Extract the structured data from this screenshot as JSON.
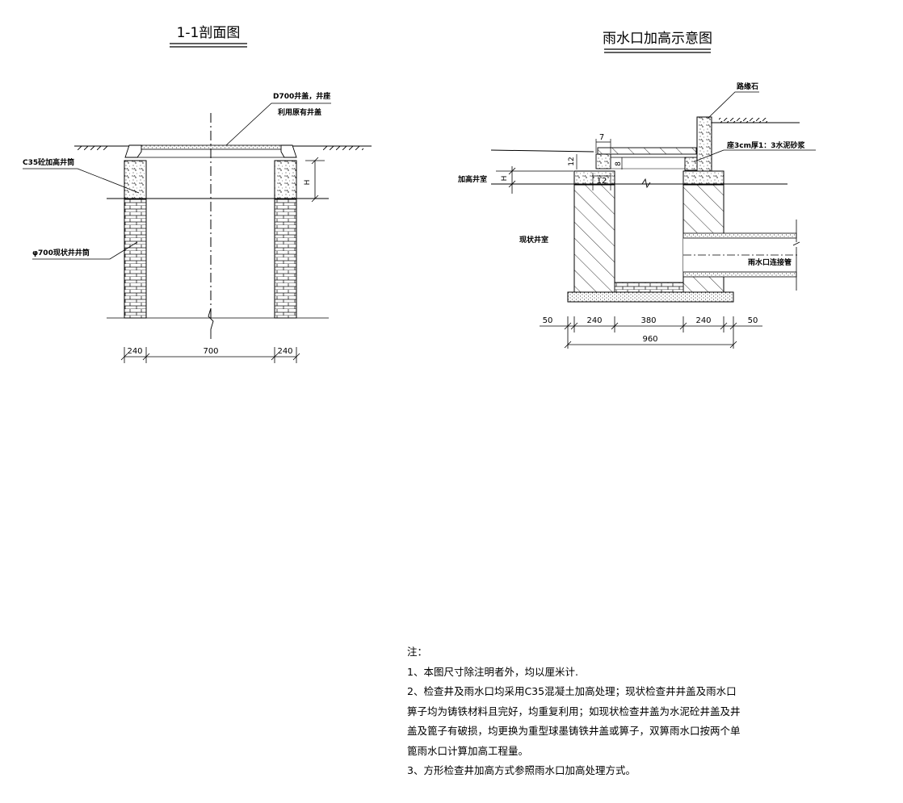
{
  "left_drawing": {
    "title": "1-1剖面图",
    "cover_label_1": "D700井盖，井座",
    "cover_label_2": "利用原有井盖",
    "raise_label": "C35砼加高井筒",
    "shaft_label": "φ700现状井井筒",
    "h_label": "H",
    "dims": [
      "240",
      "700",
      "240"
    ]
  },
  "right_drawing": {
    "title": "雨水口加高示意图",
    "curb_label": "路缘石",
    "mortar_label": "座3cm厚1：3水泥砂浆",
    "raised_label": "加高井室",
    "existing_label": "现状井室",
    "pipe_label": "雨水口连接管",
    "h_label": "H",
    "small_dims": [
      "7",
      "12",
      "8",
      "12"
    ],
    "dims_top": [
      "50",
      "240",
      "380",
      "240",
      "50"
    ],
    "dim_total": "960"
  },
  "notes": {
    "heading": "注：",
    "line1": "1、本图尺寸除注明者外，均以厘米计.",
    "line2": "2、检查井及雨水口均采用C35混凝土加高处理；现状检查井井盖及雨水口",
    "line3": "箅子均为铸铁材料且完好，均重复利用；如现状检查井盖为水泥砼井盖及井",
    "line4": "盖及篦子有破损，均更换为重型球墨铸铁井盖或箅子，双箅雨水口按两个单",
    "line5": "篦雨水口计算加高工程量。",
    "line6": "3、方形检查井加高方式参照雨水口加高处理方式。"
  }
}
